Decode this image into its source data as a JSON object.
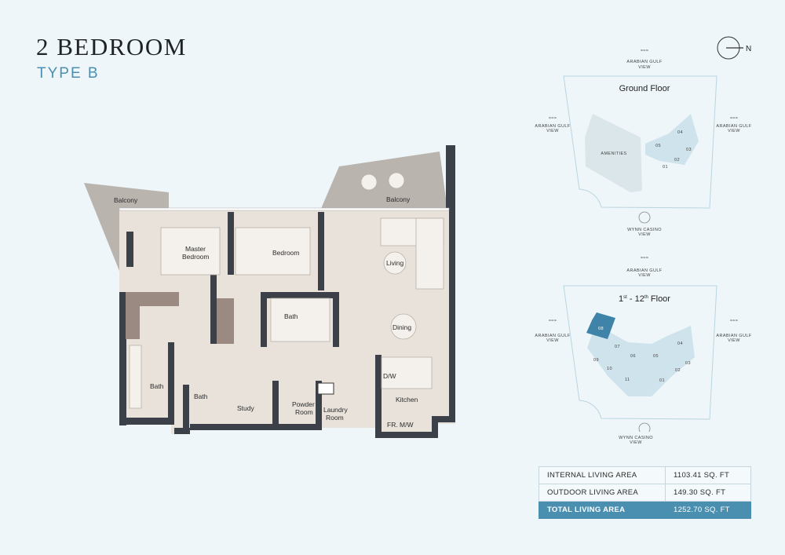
{
  "header": {
    "title": "2 BEDROOM",
    "subtitle": "TYPE B"
  },
  "plan": {
    "rooms": [
      "Balcony",
      "Balcony",
      "Master Bedroom",
      "Bedroom",
      "Living",
      "Bath",
      "Dining",
      "Bath",
      "Bath",
      "Study",
      "Powder Room",
      "Laundry Room",
      "D/W",
      "Kitchen",
      "FR. M/W"
    ],
    "colors": {
      "wall": "#3c4149",
      "floor": "#e8e2da",
      "balcony": "#bab4af",
      "furniture": "#f4f1ec"
    }
  },
  "key_plan": {
    "compass_label": "N",
    "view_gulf": "ARABIAN GULF",
    "view_casino": "WYNN CASINO",
    "view_suffix": "VIEW",
    "ground_floor": {
      "title": "Ground Floor",
      "amenities": "AMENITIES",
      "units": [
        "01",
        "02",
        "03",
        "04",
        "05"
      ]
    },
    "upper_floor": {
      "title_pre": "1",
      "title_sup1": "st",
      "title_mid": " - 12",
      "title_sup2": "th",
      "title_post": " Floor",
      "units": [
        "01",
        "02",
        "03",
        "04",
        "05",
        "06",
        "07",
        "08",
        "09",
        "10",
        "11"
      ],
      "highlighted_unit": "08"
    },
    "colors": {
      "unit": "#cfe3ec",
      "highlight": "#3f84a8",
      "amenities": "#dbe6ea",
      "outline": "#b9d5e0"
    }
  },
  "areas": [
    {
      "label": "INTERNAL LIVING AREA",
      "value": "1103.41 SQ. FT"
    },
    {
      "label": "OUTDOOR LIVING AREA",
      "value": "149.30 SQ. FT"
    },
    {
      "label": "TOTAL LIVING AREA",
      "value": "1252.70 SQ. FT"
    }
  ]
}
